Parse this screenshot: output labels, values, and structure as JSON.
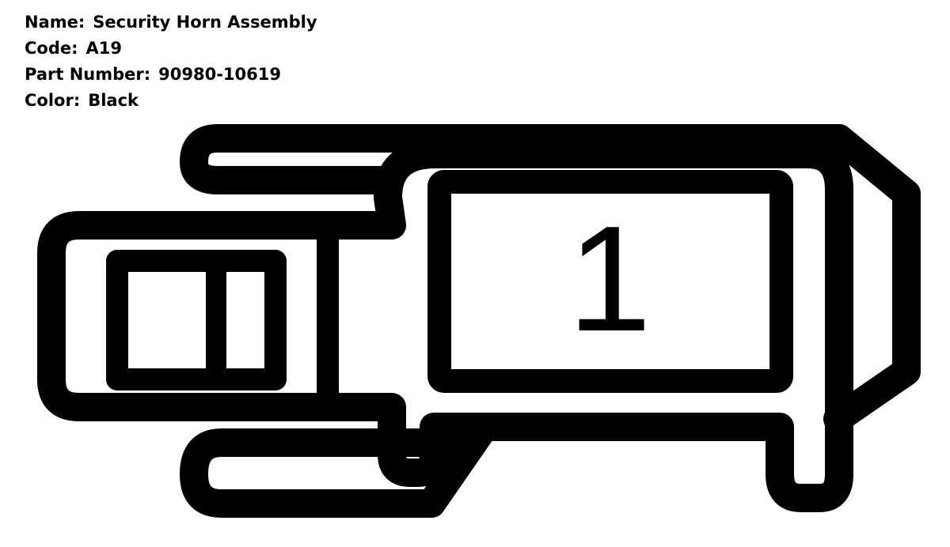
{
  "connector": {
    "name_label": "Name:",
    "name_value": "Security Horn Assembly",
    "code_label": "Code:",
    "code_value": "A19",
    "part_label": "Part Number:",
    "part_value": "90980-10619",
    "color_label": "Color:",
    "color_value": "Black"
  },
  "diagram": {
    "pin_1_label": "1",
    "stroke_color": "#000000",
    "fill_color": "#ffffff"
  }
}
